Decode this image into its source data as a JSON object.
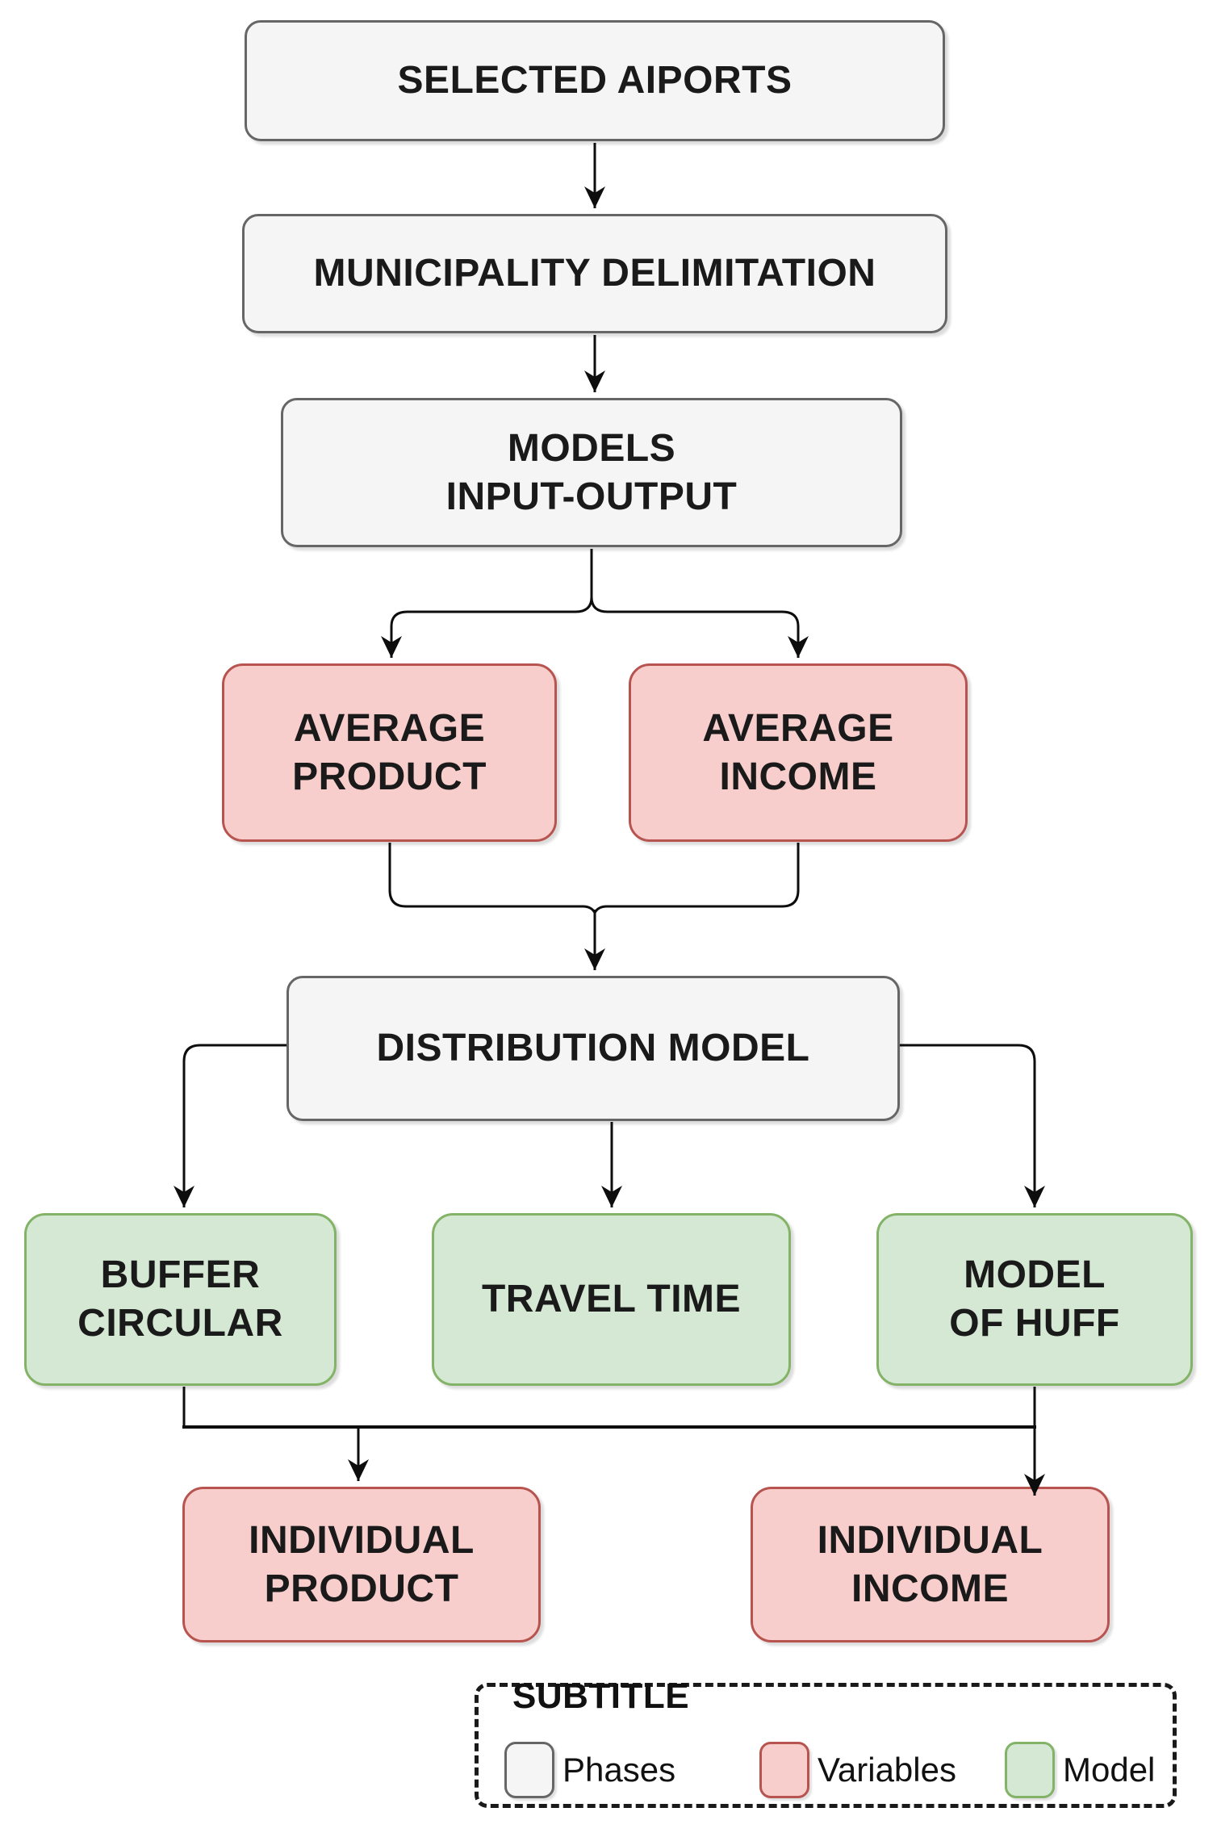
{
  "diagram": {
    "nodes": {
      "selected_airports": {
        "label": "SELECTED AIPORTS",
        "type": "phase"
      },
      "municipality_delimitation": {
        "label": "MUNICIPALITY DELIMITATION",
        "type": "phase"
      },
      "models_input_output": {
        "label": "MODELS\nINPUT-OUTPUT",
        "type": "phase"
      },
      "average_product": {
        "label": "AVERAGE\nPRODUCT",
        "type": "variable"
      },
      "average_income": {
        "label": "AVERAGE\nINCOME",
        "type": "variable"
      },
      "distribution_model": {
        "label": "DISTRIBUTION MODEL",
        "type": "phase"
      },
      "buffer_circular": {
        "label": "BUFFER\nCIRCULAR",
        "type": "model"
      },
      "travel_time": {
        "label": "TRAVEL TIME",
        "type": "model"
      },
      "model_of_huff": {
        "label": "MODEL\nOF HUFF",
        "type": "model"
      },
      "individual_product": {
        "label": "INDIVIDUAL\nPRODUCT",
        "type": "variable"
      },
      "individual_income": {
        "label": "INDIVIDUAL\nINCOME",
        "type": "variable"
      }
    },
    "colors": {
      "phase_fill": "#f5f5f5",
      "phase_border": "#666666",
      "variable_fill": "#f8cecc",
      "variable_border": "#b85450",
      "model_fill": "#d5e8d4",
      "model_border": "#82b366",
      "connector": "#0d0d0d",
      "background": "#ffffff"
    },
    "legend": {
      "title": "SUBTITLE",
      "items": [
        {
          "label": "Phases",
          "fill": "#f5f5f5",
          "border": "#666666"
        },
        {
          "label": "Variables",
          "fill": "#f8cecc",
          "border": "#b85450"
        },
        {
          "label": "Model",
          "fill": "#d5e8d4",
          "border": "#82b366"
        }
      ]
    }
  }
}
